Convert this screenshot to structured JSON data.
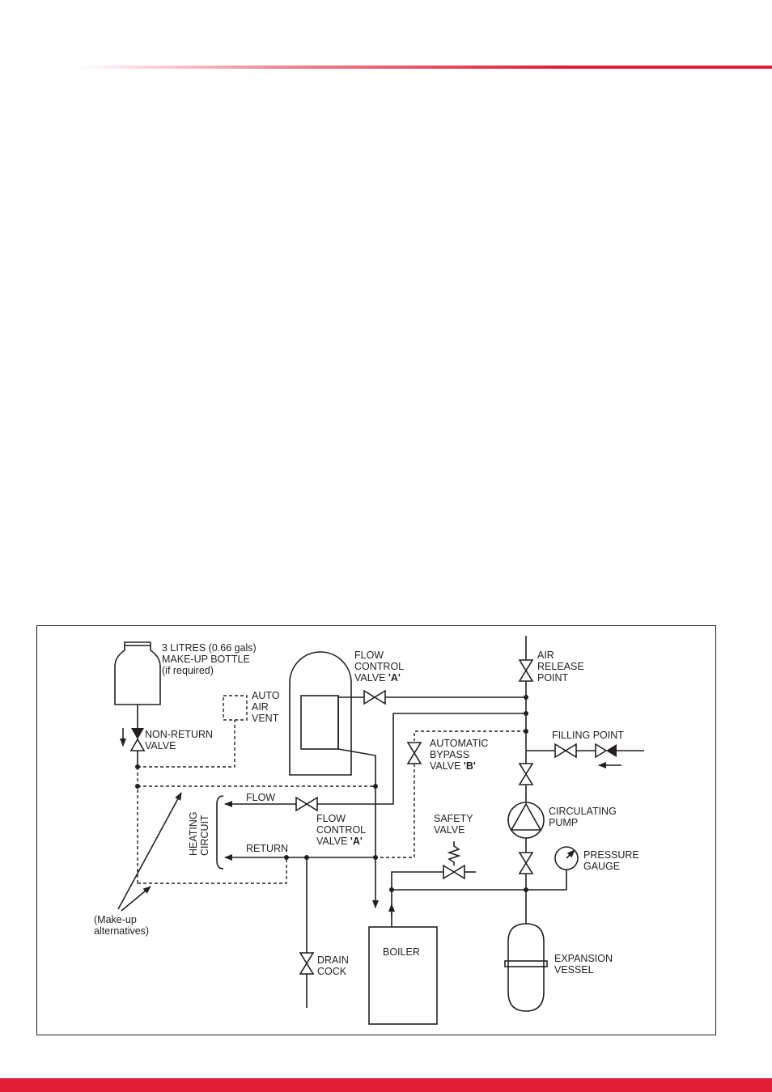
{
  "colors": {
    "accent": "#e01e37",
    "ink": "#231f20"
  },
  "labels": {
    "bottle_1": "3 LITRES (0.66 gals)",
    "bottle_2": "MAKE-UP BOTTLE",
    "bottle_3": "(if required)",
    "nrv_1": "NON-RETURN",
    "nrv_2": "VALVE",
    "vent_1": "AUTO",
    "vent_2": "AIR",
    "vent_3": "VENT",
    "fcva_top_1": "FLOW",
    "fcva_top_2": "CONTROL",
    "fcva_top_3": "VALVE ",
    "fcva_top_4": "'A'",
    "bypass_1": "AUTOMATIC",
    "bypass_2": "BYPASS",
    "bypass_3": "VALVE ",
    "bypass_4": "'B'",
    "air_1": "AIR",
    "air_2": "RELEASE",
    "air_3": "POINT",
    "filling": "FILLING POINT",
    "pump_1": "CIRCULATING",
    "pump_2": "PUMP",
    "gauge_1": "PRESSURE",
    "gauge_2": "GAUGE",
    "expansion_1": "EXPANSION",
    "expansion_2": "VESSEL",
    "safety_1": "SAFETY",
    "safety_2": "VALVE",
    "flow": "FLOW",
    "return": "RETURN",
    "heating_1": "HEATING",
    "heating_2": "CIRCUIT",
    "fcva_low_1": "FLOW",
    "fcva_low_2": "CONTROL",
    "fcva_low_3": "VALVE ",
    "fcva_low_4": "'A'",
    "makeup_1": "(Make-up",
    "makeup_2": "alternatives)",
    "drain_1": "DRAIN",
    "drain_2": "COCK",
    "boiler": "BOILER"
  }
}
